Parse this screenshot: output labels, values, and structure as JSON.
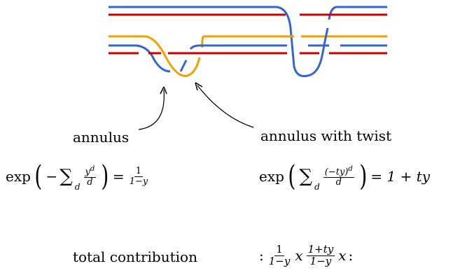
{
  "labels": {
    "annulus": "annulus",
    "annulus_twist": "annulus with twist",
    "total": "total contribution"
  },
  "formulas": {
    "exp": "exp",
    "minus": "−",
    "sum_sub": "d",
    "f1_num": "y",
    "f1_num_sup": "d",
    "f1_den": "d",
    "eq1_rhs_num": "1",
    "eq1_rhs_den": "1−y",
    "f2_num": "(−ty)",
    "f2_num_sup": "d",
    "f2_den": "d",
    "eq2_rhs": "= 1 + ty",
    "equals": "=",
    "total_colon_open": ":",
    "total_colon_close": ":",
    "total_f1_num": "1",
    "total_f1_den": "1−y",
    "total_x1": "x",
    "total_f2_num": "1+ty",
    "total_f2_den": "1−y",
    "total_x2": "x"
  },
  "colors": {
    "red": "#cc0000",
    "blue": "#3366cc",
    "orange": "#f2a000"
  }
}
